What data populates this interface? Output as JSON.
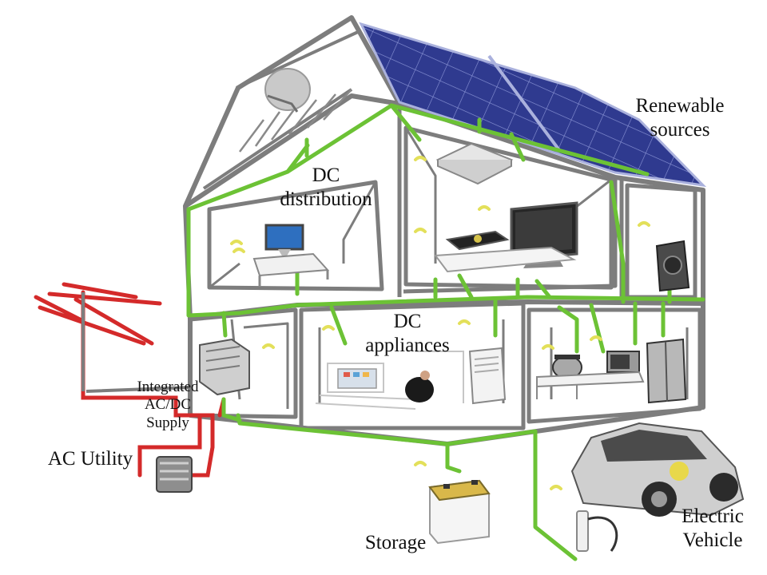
{
  "labels": {
    "renewable": [
      "Renewable",
      "sources"
    ],
    "dc_distribution": [
      "DC",
      "distribution"
    ],
    "dc_appliances": [
      "DC",
      "appliances"
    ],
    "integrated_supply": [
      "Integrated",
      "AC/DC",
      "Supply"
    ],
    "ac_utility": "AC Utility",
    "storage": "Storage",
    "ev": [
      "Electric",
      "Vehicle"
    ]
  },
  "colors": {
    "dc_line": "#6cc235",
    "ac_line": "#d42a2a",
    "structure": "#7d7d7d",
    "solar_panel": "#2f3a8f"
  }
}
